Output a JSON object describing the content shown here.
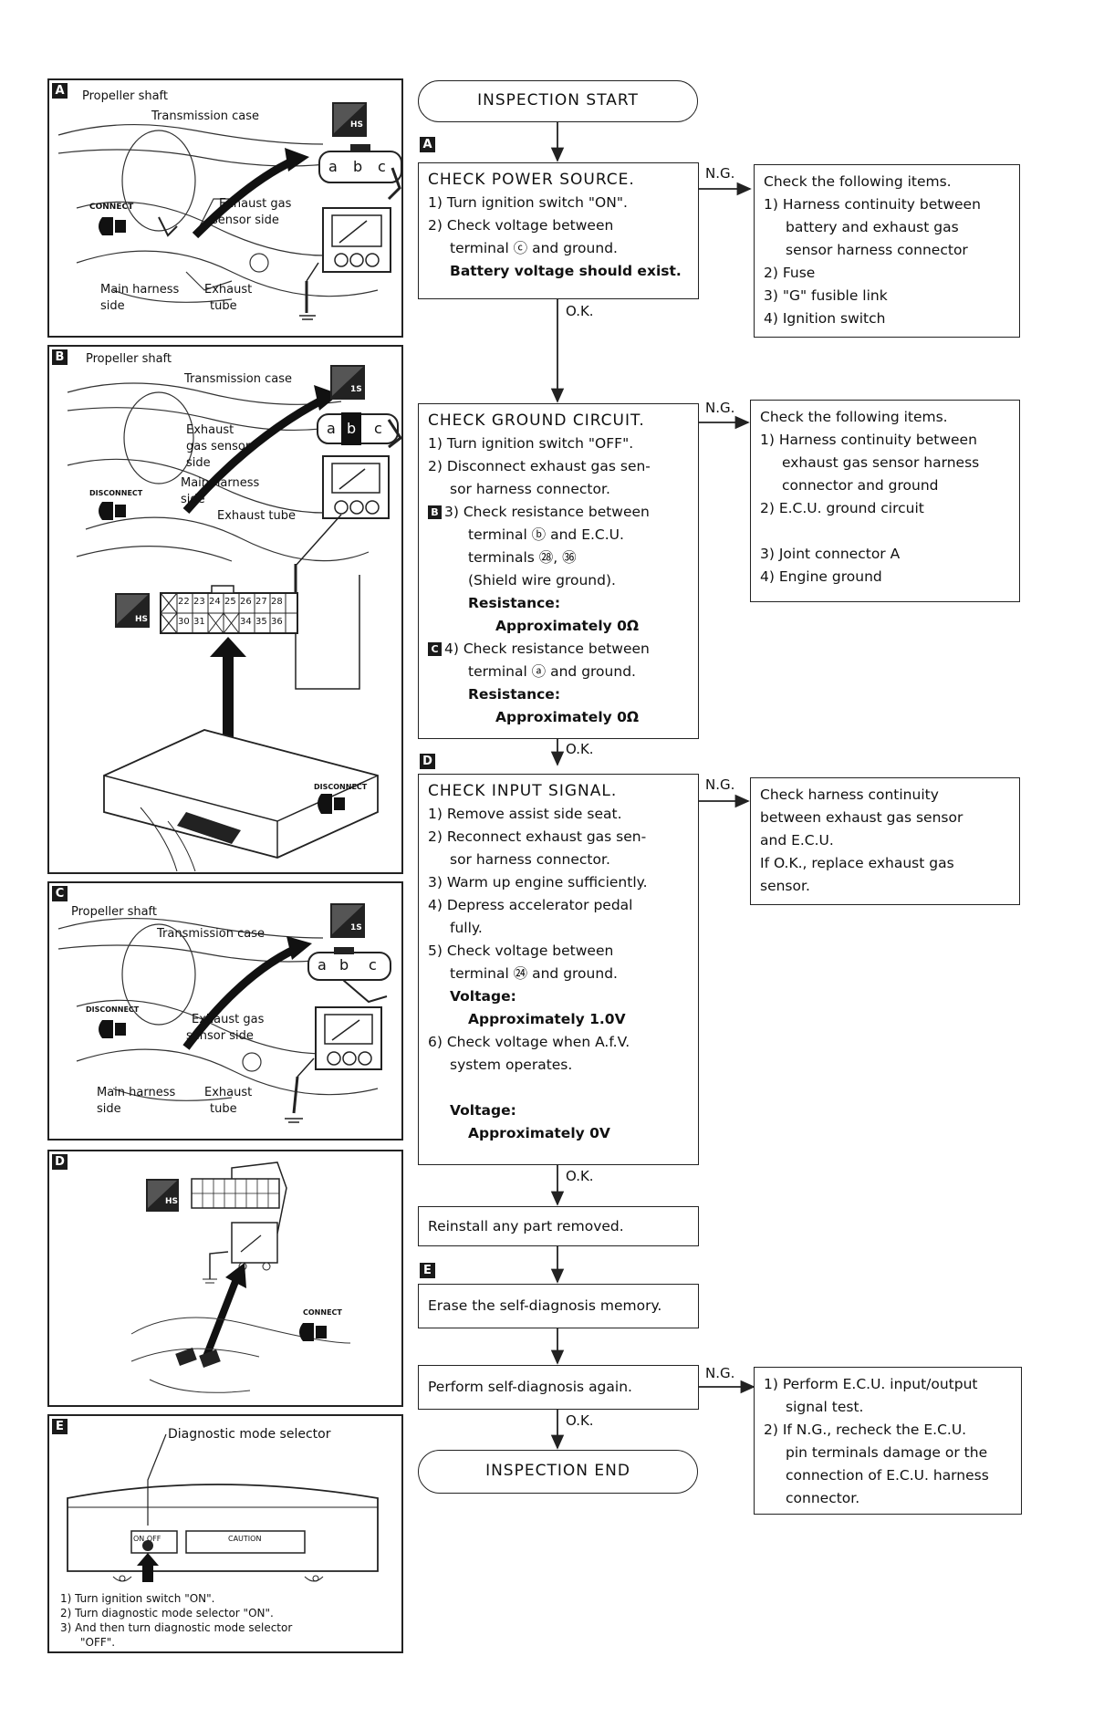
{
  "flow": {
    "start": "INSPECTION START",
    "end": "INSPECTION END",
    "ng": "N.G.",
    "ok": "O.K.",
    "step_a": {
      "tag": "A",
      "title": "CHECK POWER SOURCE.",
      "lines": [
        "1) Turn ignition switch \"ON\".",
        "2) Check voltage between",
        "terminal ⓒ and ground.",
        "Battery voltage should exist."
      ]
    },
    "items_a": {
      "title": "Check the following items.",
      "lines": [
        "1) Harness continuity between",
        "battery and exhaust gas",
        "sensor harness connector",
        "2) Fuse",
        "3) \"G\" fusible link",
        "4) Ignition switch"
      ]
    },
    "step_b": {
      "title": "CHECK GROUND CIRCUIT.",
      "lines": [
        "1) Turn ignition switch \"OFF\".",
        "2) Disconnect exhaust gas sen-",
        "sor harness connector."
      ],
      "b_tag": "B",
      "b_lines": [
        "3) Check resistance between",
        "terminal ⓑ and E.C.U.",
        "terminals ㉘, ㊱",
        "(Shield wire ground).",
        "Resistance:",
        "Approximately 0Ω"
      ],
      "c_tag": "C",
      "c_lines": [
        "4) Check resistance between",
        "terminal ⓐ and ground.",
        "Resistance:",
        "Approximately 0Ω"
      ]
    },
    "items_b": {
      "title": "Check the following items.",
      "lines": [
        "1) Harness continuity between",
        "exhaust gas sensor harness",
        "connector and ground",
        "2) E.C.U. ground circuit",
        "3) Joint connector A",
        "4) Engine ground"
      ]
    },
    "step_d": {
      "tag": "D",
      "title": "CHECK INPUT SIGNAL.",
      "lines": [
        "1) Remove assist side seat.",
        "2) Reconnect exhaust gas sen-",
        "sor harness connector.",
        "3) Warm up engine sufficiently.",
        "4) Depress accelerator pedal",
        "fully.",
        "5) Check voltage between",
        "terminal ㉔ and ground.",
        "Voltage:",
        "Approximately 1.0V",
        "6) Check voltage when A.f.V.",
        "system operates.",
        "Voltage:",
        "Approximately 0V"
      ]
    },
    "items_d": {
      "lines": [
        "Check harness continuity",
        "between exhaust gas sensor",
        "and E.C.U.",
        "If O.K., replace exhaust gas",
        "sensor."
      ]
    },
    "reinstall": "Reinstall any part removed.",
    "tag_e": "E",
    "erase": "Erase the self-diagnosis memory.",
    "perform": "Perform self-diagnosis again.",
    "items_e": {
      "lines": [
        "1) Perform E.C.U. input/output",
        "signal test.",
        "2) If N.G., recheck the E.C.U.",
        "pin terminals damage or the",
        "connection of E.C.U. harness",
        "connector."
      ]
    }
  },
  "panels": {
    "a": {
      "tag": "A",
      "propeller": "Propeller shaft",
      "transmission": "Transmission case",
      "exhaust_sensor": "Exhaust gas",
      "exhaust_sensor2": "sensor side",
      "connect": "CONNECT",
      "main_harness": "Main harness",
      "main_side": "side",
      "exhaust_tube": "Exhaust",
      "exhaust_tube2": "tube",
      "switch_label": "HS",
      "terminals": [
        "a",
        "b",
        "c"
      ]
    },
    "b": {
      "tag": "B",
      "propeller": "Propeller shaft",
      "transmission": "Transmission case",
      "exhaust": "Exhaust",
      "gas_sensor": "gas sensor",
      "side": "side",
      "disconnect": "DISCONNECT",
      "main_harness": "Main harness",
      "main_side": "side",
      "exhaust_tube": "Exhaust tube",
      "switch_label": "1S",
      "switch_label2": "HS",
      "terminals": [
        "a",
        "b",
        "c"
      ],
      "pins_top": [
        "22",
        "23",
        "24",
        "25",
        "26",
        "27",
        "28"
      ],
      "pins_bottom": [
        "30",
        "31",
        "34",
        "35",
        "36"
      ],
      "ecu_disconnect": "DISCONNECT"
    },
    "c": {
      "tag": "C",
      "propeller": "Propeller shaft",
      "transmission": "Transmission case",
      "exhaust_sensor": "Exhaust gas",
      "exhaust_sensor2": "sensor side",
      "disconnect": "DISCONNECT",
      "main_harness": "Main harness",
      "main_side": "side",
      "exhaust_tube": "Exhaust",
      "exhaust_tube2": "tube",
      "switch_label": "1S",
      "terminals": [
        "a",
        "b",
        "c"
      ]
    },
    "d": {
      "tag": "D",
      "connect": "CONNECT",
      "switch_label": "HS"
    },
    "e": {
      "tag": "E",
      "selector": "Diagnostic mode selector",
      "switch_text": "ON  OFF",
      "caution": "CAUTION",
      "steps": [
        "1) Turn ignition switch \"ON\".",
        "2) Turn diagnostic mode selector \"ON\".",
        "3) And then turn diagnostic mode selector",
        "\"OFF\"."
      ]
    }
  }
}
